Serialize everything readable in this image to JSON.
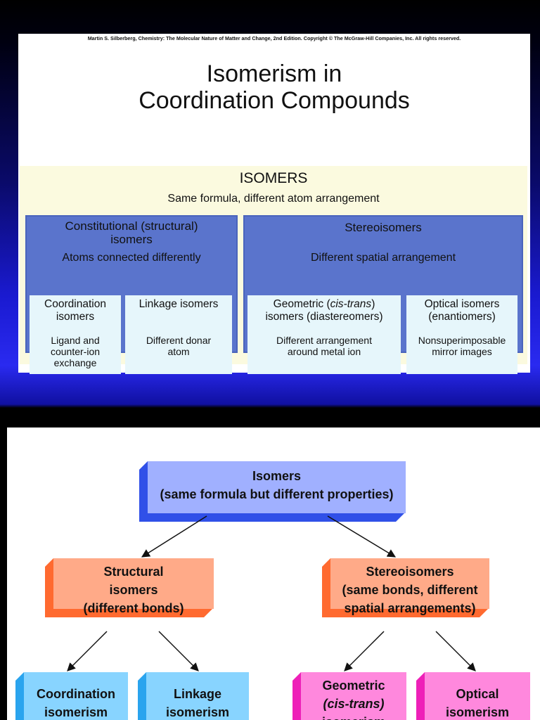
{
  "slide1": {
    "credit": "Martin S. Silberberg, Chemistry: The Molecular Nature of Matter and Change, 2nd Edition. Copyright © The McGraw-Hill Companies, Inc. All rights reserved.",
    "title_line1": "Isomerism in",
    "title_line2": "Coordination Compounds",
    "panel": {
      "title": "ISOMERS",
      "subtitle": "Same formula, different atom arrangement",
      "constitutional": {
        "title_line1": "Constitutional (structural)",
        "title_line2": "isomers",
        "subtitle": "Atoms connected differently",
        "cells": [
          {
            "title_line1": "Coordination",
            "title_line2": "isomers",
            "desc_line1": "Ligand and",
            "desc_line2": "counter-ion",
            "desc_line3": "exchange"
          },
          {
            "title_line1": "Linkage isomers",
            "title_line2": "",
            "desc_line1": "Different donar",
            "desc_line2": "atom",
            "desc_line3": ""
          }
        ]
      },
      "stereo": {
        "title": "Stereoisomers",
        "subtitle": "Different spatial arrangement",
        "cells": [
          {
            "title_pre": "Geometric (",
            "title_italic": "cis-trans",
            "title_post": ")",
            "title_line2": "isomers (diastereomers)",
            "desc_line1": "Different arrangement",
            "desc_line2": "around metal ion"
          },
          {
            "title_line1": "Optical isomers",
            "title_line2": "(enantiomers)",
            "desc_line1": "Nonsuperimposable",
            "desc_line2": "mirror images"
          }
        ]
      }
    }
  },
  "slide2": {
    "root": {
      "line1": "Isomers",
      "line2": "(same formula but different properties)"
    },
    "structural": {
      "line1": "Structural",
      "line2": "isomers",
      "line3": "(different bonds)"
    },
    "stereo": {
      "line1": "Stereoisomers",
      "line2": "(same bonds, different",
      "line3": "spatial arrangements)"
    },
    "coordination": {
      "line1": "Coordination",
      "line2": "isomerism"
    },
    "linkage": {
      "line1": "Linkage",
      "line2": "isomerism"
    },
    "geometric": {
      "line1": "Geometric",
      "line2": "(cis-trans)",
      "line3": "isomerism"
    },
    "optical": {
      "line1": "Optical",
      "line2": "isomerism"
    }
  },
  "colors": {
    "root_face": "#a0b0ff",
    "root_side": "#3050e8",
    "structural_face": "#ffaa88",
    "structural_side": "#ff6a30",
    "leaf_blue_face": "#88d4ff",
    "leaf_blue_side": "#2aa4ee",
    "leaf_pink_face": "#ff88dd",
    "leaf_pink_side": "#ee20b8",
    "panel_bg": "#fbfadf",
    "blue_box": "#5a74cc",
    "cell_bg": "#e6f6fb"
  }
}
